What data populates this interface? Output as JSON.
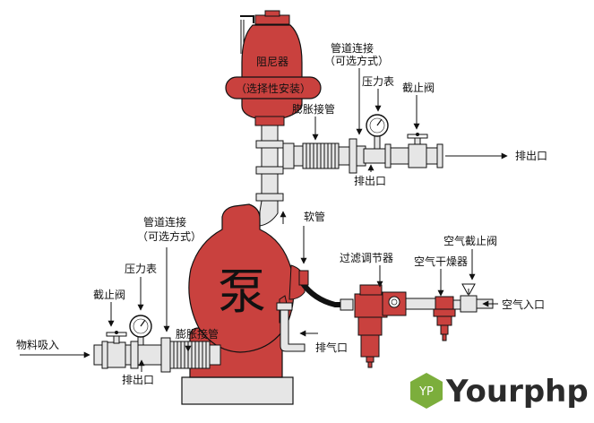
{
  "labels": {
    "arrester": "阻尼器",
    "arrester_note": "（选择性安装）",
    "pipe_conn_top": "管道连接",
    "pipe_conn_top_note": "（可选方式）",
    "gauge_top": "压力表",
    "valve_top": "截止阀",
    "expansion_top": "膨胀接管",
    "discharge_top_right": "排出口",
    "discharge_top_below": "排出口",
    "hose": "软管",
    "filter_reg": "过滤调节器",
    "air_shutoff": "空气截止阀",
    "air_dryer": "空气干燥器",
    "air_inlet": "空气入口",
    "pipe_conn_bottom": "管道连接",
    "pipe_conn_bottom_note": "（可选方式）",
    "gauge_bottom": "压力表",
    "valve_bottom": "截止阀",
    "material_inlet": "物料吸入",
    "expansion_bottom": "膨胀接管",
    "discharge_bottom": "排出口",
    "exhaust": "排气口",
    "pump": "泵"
  },
  "watermark": {
    "badge": "YP",
    "text": "Yourphp"
  },
  "colors": {
    "pump_red": "#c9413e",
    "pipe_gray": "#e6e6e6",
    "watermark_green": "#7cae3c"
  }
}
